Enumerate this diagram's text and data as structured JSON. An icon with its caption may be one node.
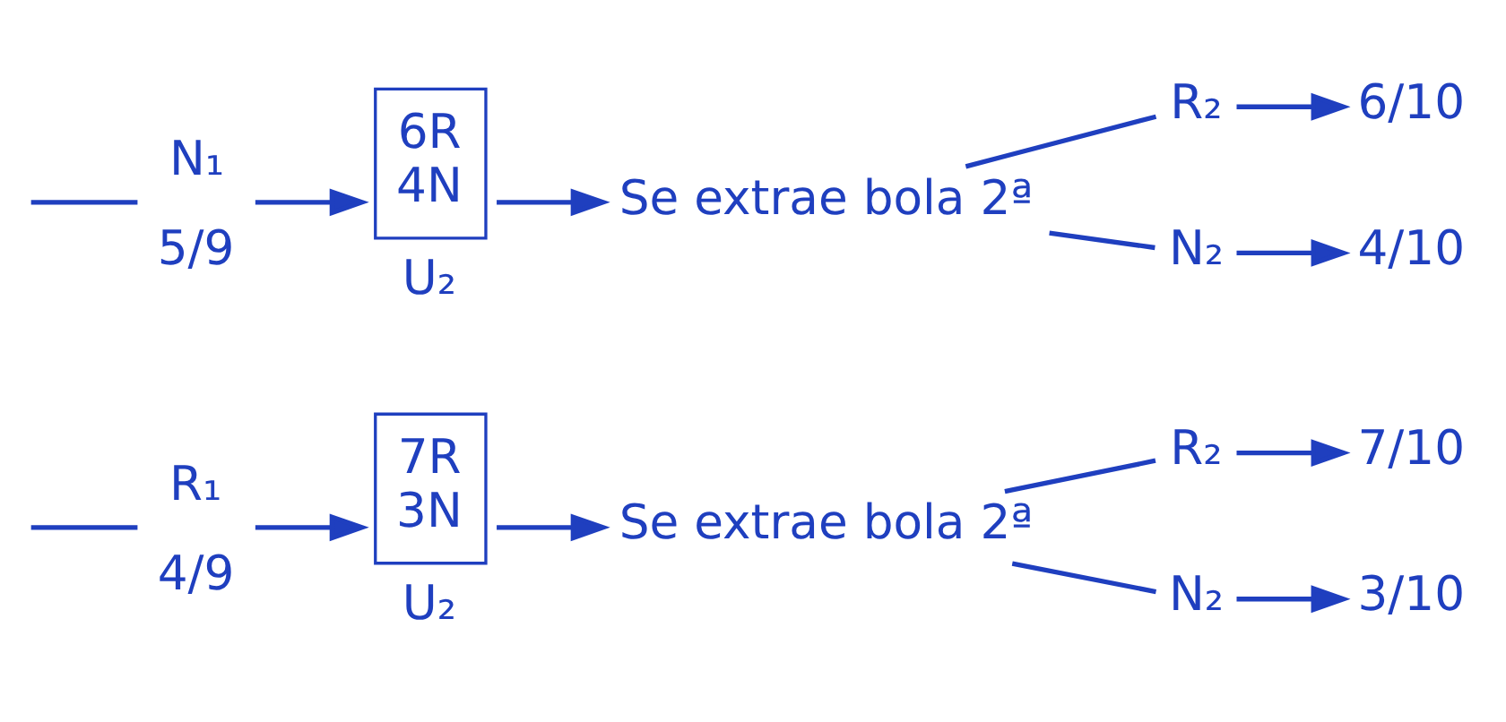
{
  "diagram": {
    "nodes": [
      {
        "text": [
          "R₁"
        ],
        "beside": [
          "4/9"
        ]
      },
      {
        "text": [
          "7R",
          "3N"
        ],
        "beside": [
          "U₂"
        ]
      },
      {
        "text": [
          "Se extrae bola 2ª"
        ]
      },
      {
        "text": [
          "R₂"
        ]
      },
      {
        "text": [
          "7/10"
        ]
      },
      {
        "text": [
          "N₂"
        ]
      },
      {
        "text": [
          "3/10"
        ]
      },
      {
        "text": [
          "N₁"
        ],
        "beside": [
          "5/9"
        ]
      },
      {
        "text": [
          "6R",
          "4N"
        ],
        "beside": [
          "U₂"
        ]
      },
      {
        "text": [
          "Se extrae bola 2ª"
        ]
      },
      {
        "text": [
          "R₂"
        ]
      },
      {
        "text": [
          "6/10"
        ]
      },
      {
        "text": [
          "N₂"
        ]
      },
      {
        "text": [
          "4/10"
        ]
      }
    ],
    "edges": [
      {
        "from": null,
        "to": 0,
        "arrow": "none"
      },
      {
        "from": null,
        "to": 7,
        "arrow": "none"
      },
      {
        "from": 0,
        "to": 1,
        "arrow": "to"
      },
      {
        "from": 1,
        "to": 2,
        "arrow": "to"
      },
      {
        "from": 2,
        "to": 3,
        "arrow": "none"
      },
      {
        "from": 2,
        "to": 5,
        "arrow": "none"
      },
      {
        "from": 3,
        "to": 4,
        "arrow": "to"
      },
      {
        "from": 5,
        "to": 6,
        "arrow": "to"
      },
      {
        "from": 7,
        "to": 8,
        "arrow": "to"
      },
      {
        "from": 8,
        "to": 9,
        "arrow": "to"
      },
      {
        "from": 9,
        "to": 10,
        "arrow": "none"
      },
      {
        "from": 9,
        "to": 12,
        "arrow": "none"
      },
      {
        "from": 10,
        "to": 11,
        "arrow": "to"
      },
      {
        "from": 12,
        "to": 13,
        "arrow": "to"
      }
    ]
  }
}
